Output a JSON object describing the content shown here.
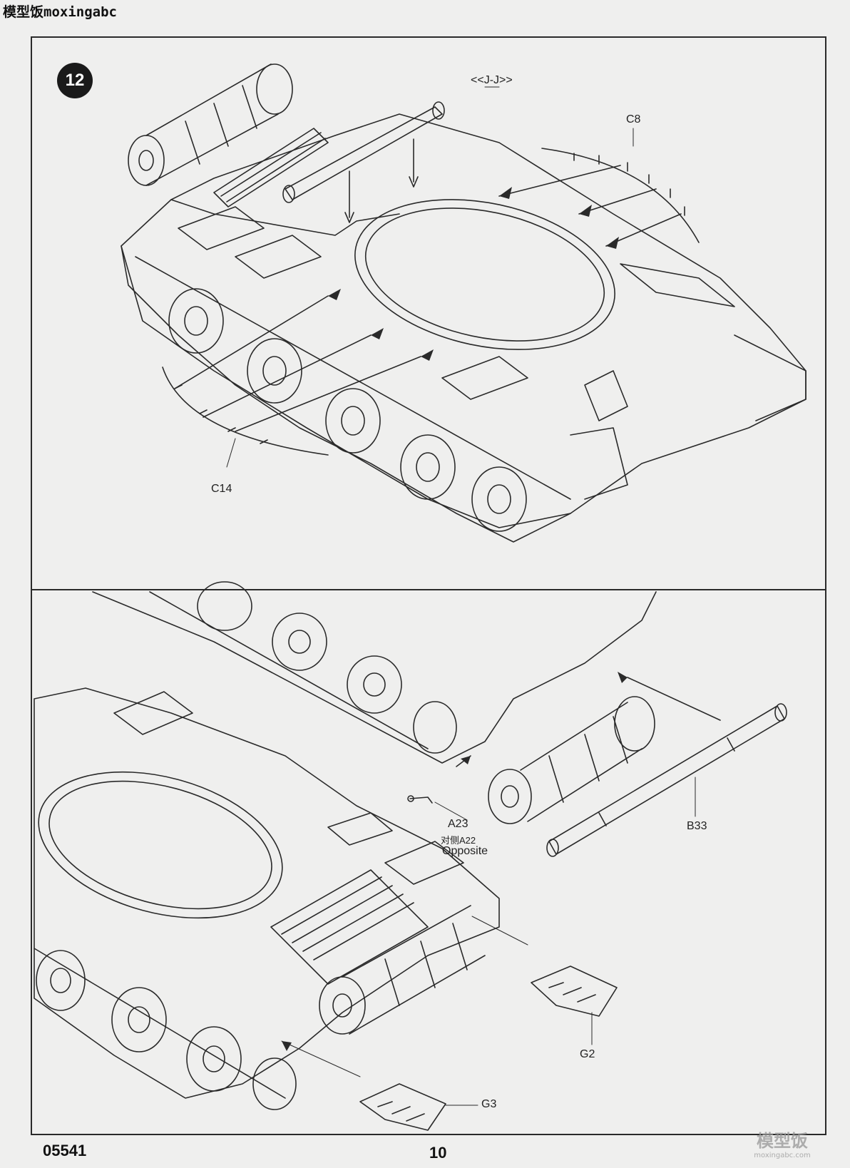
{
  "header": {
    "watermark": "模型饭moxingabc"
  },
  "step": {
    "number": "12"
  },
  "labels": {
    "section_jj": "<<J-J>>",
    "c8": "C8",
    "c14": "C14",
    "a23": "A23",
    "a23_opposite_cn": "对侧A22",
    "a23_opposite": "Opposite",
    "b33": "B33",
    "g2": "G2",
    "g3": "G3"
  },
  "footer": {
    "doc_number": "05541",
    "page_number": "10",
    "site_mark_cn": "模型饭",
    "site_mark_url": "moxingabc.com"
  },
  "colors": {
    "line": "#2a2a2a",
    "paper": "#efefee"
  }
}
